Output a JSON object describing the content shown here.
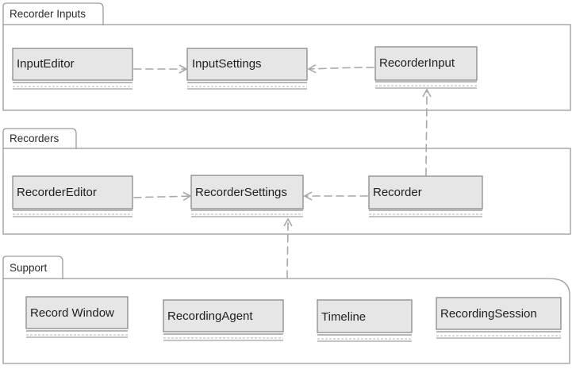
{
  "packages": [
    {
      "id": "recorder-inputs",
      "label": "Recorder Inputs"
    },
    {
      "id": "recorders",
      "label": "Recorders"
    },
    {
      "id": "support",
      "label": "Support"
    }
  ],
  "classes": [
    {
      "id": "input-editor",
      "label": "InputEditor"
    },
    {
      "id": "input-settings",
      "label": "InputSettings"
    },
    {
      "id": "recorder-input",
      "label": "RecorderInput"
    },
    {
      "id": "recorder-editor",
      "label": "RecorderEditor"
    },
    {
      "id": "recorder-settings",
      "label": "RecorderSettings"
    },
    {
      "id": "recorder",
      "label": "Recorder"
    },
    {
      "id": "record-window",
      "label": "Record Window"
    },
    {
      "id": "recording-agent",
      "label": "RecordingAgent"
    },
    {
      "id": "timeline",
      "label": "Timeline"
    },
    {
      "id": "recording-session",
      "label": "RecordingSession"
    }
  ],
  "colors": {
    "box_fill": "#e6e6e6",
    "box_stroke": "#8a8a8a",
    "frame_stroke": "#9a9a9a",
    "arrow": "#a8a8a8"
  }
}
